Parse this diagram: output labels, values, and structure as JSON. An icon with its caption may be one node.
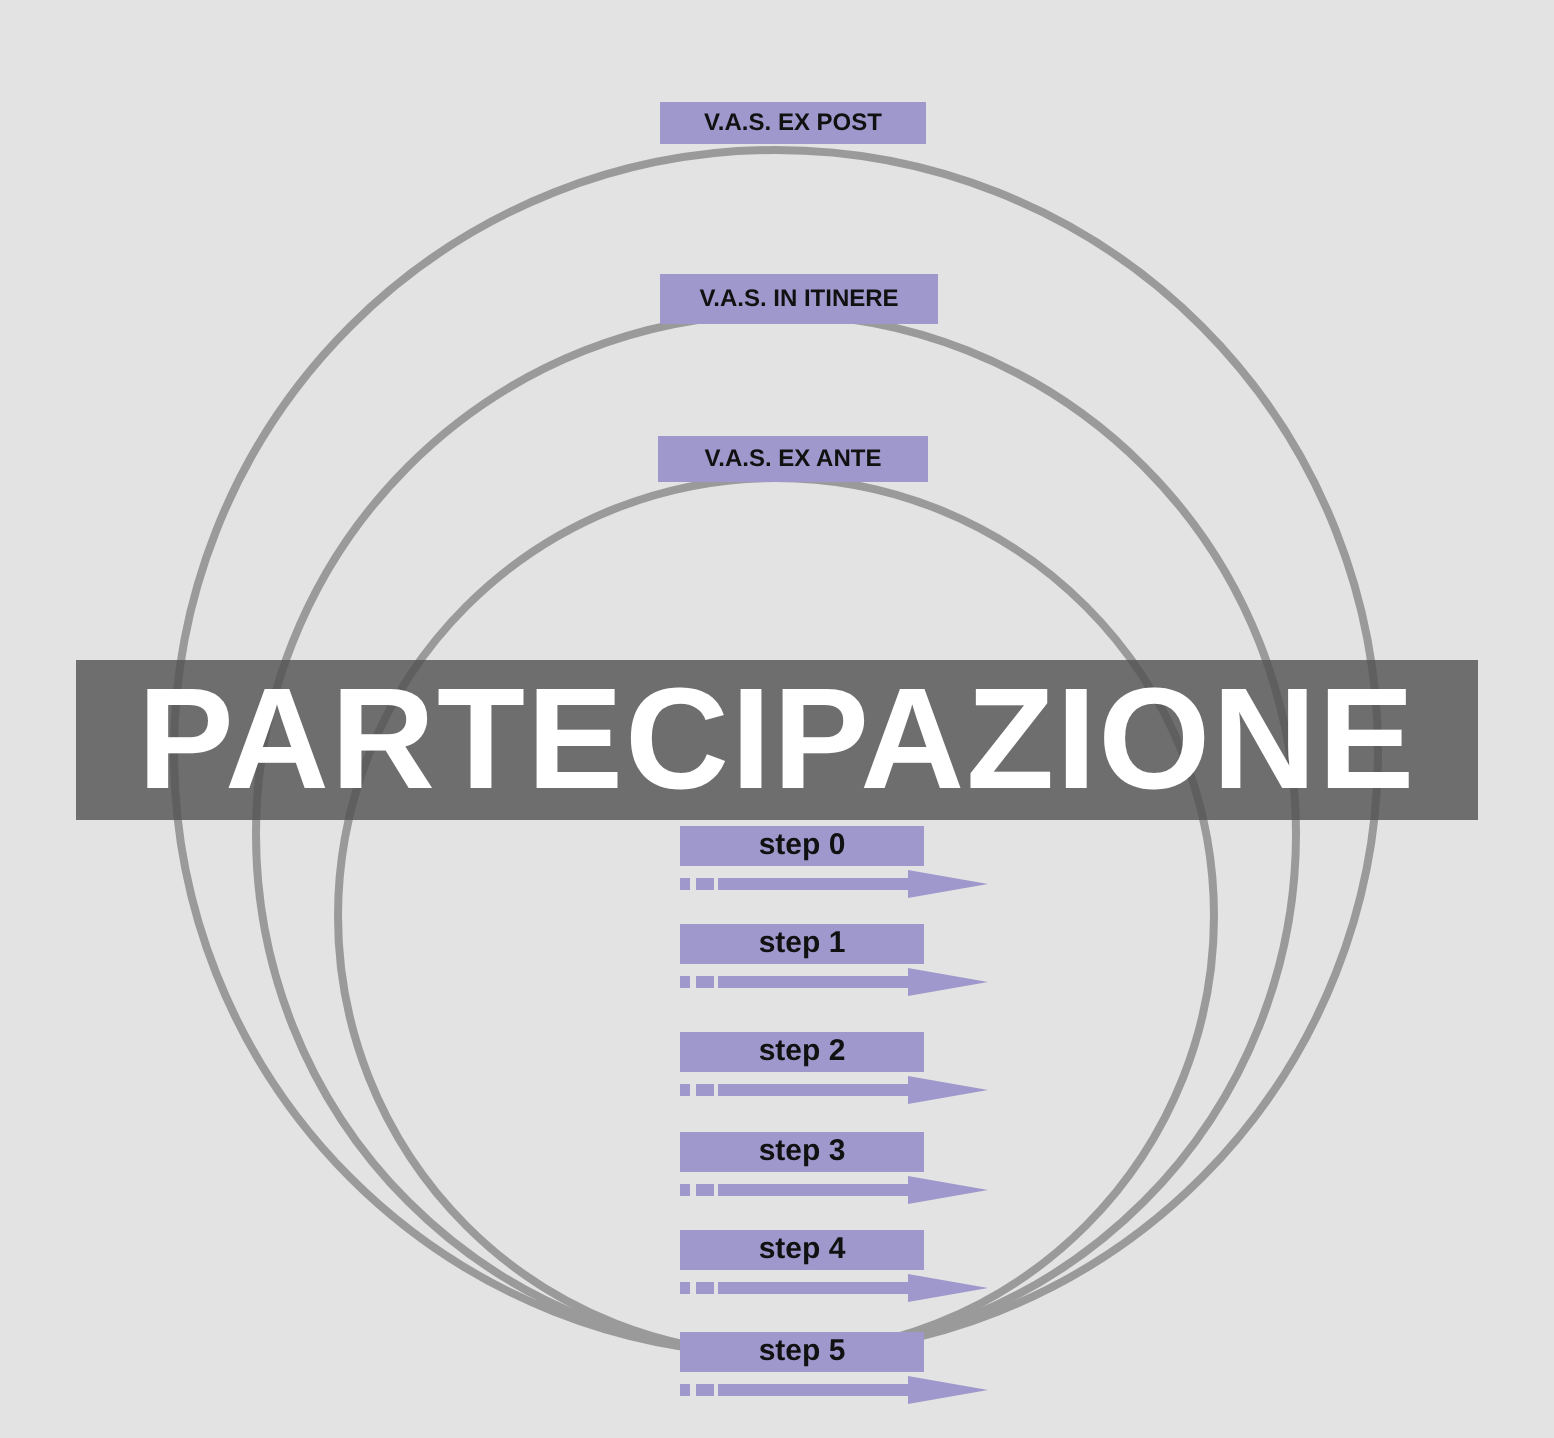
{
  "diagram": {
    "nodes": [
      {
        "text": [],
        "shape": "circle"
      },
      {
        "text": [
          "V.A.S. EX POST"
        ]
      },
      {
        "text": [],
        "shape": "circle",
        "in": 0
      },
      {
        "text": [
          "V.A.S. IN ITINERE"
        ],
        "in": 0
      },
      {
        "text": [],
        "shape": "circle",
        "in": 2
      },
      {
        "text": [
          "V.A.S. EX ANTE"
        ],
        "in": 2
      },
      {
        "text": [
          "step 0"
        ],
        "in": 4
      },
      {
        "text": [
          "step 1"
        ],
        "in": 4
      },
      {
        "text": [
          "step 2"
        ],
        "in": 4
      },
      {
        "text": [
          "step 3"
        ],
        "in": 4
      },
      {
        "text": [
          "step 4"
        ],
        "in": 4
      },
      {
        "text": [
          "step 5"
        ]
      }
    ],
    "labels": [
      "PARTECIPAZIONE"
    ]
  }
}
